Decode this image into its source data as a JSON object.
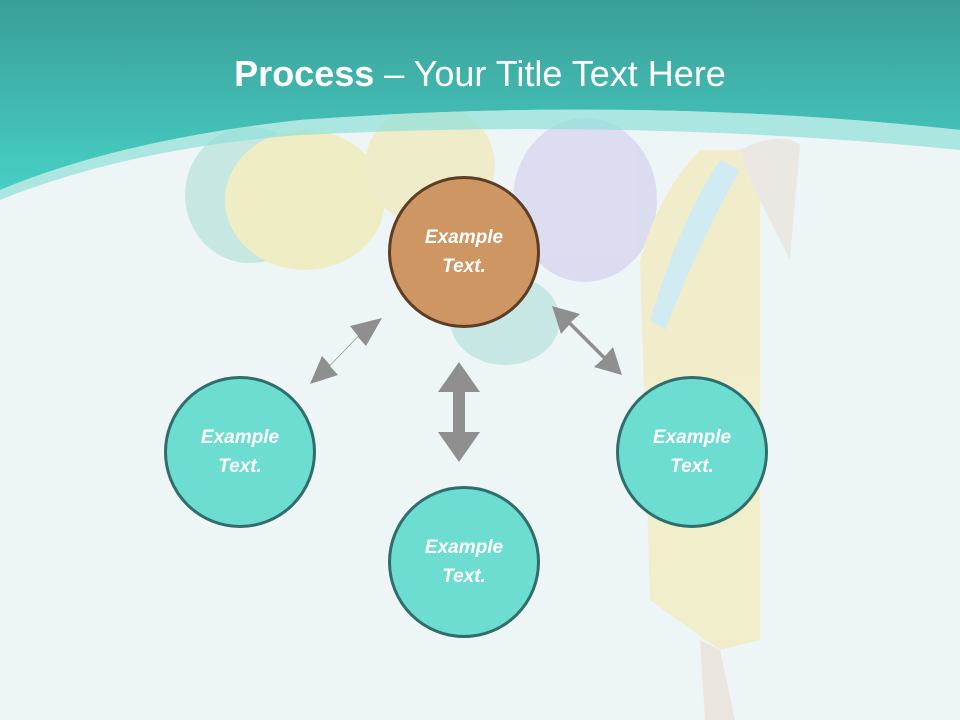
{
  "title": {
    "bold": "Process",
    "dash": " – ",
    "rest": "Your Title Text Here"
  },
  "nodes": {
    "top": "Example Text.",
    "left": "Example Text.",
    "bottom": "Example Text.",
    "right": "Example Text."
  },
  "colors": {
    "header": "#3cc7bd",
    "teal_circle": "#6ddcd1",
    "orange_circle": "#cd9663",
    "arrow": "#8f8f8f"
  }
}
